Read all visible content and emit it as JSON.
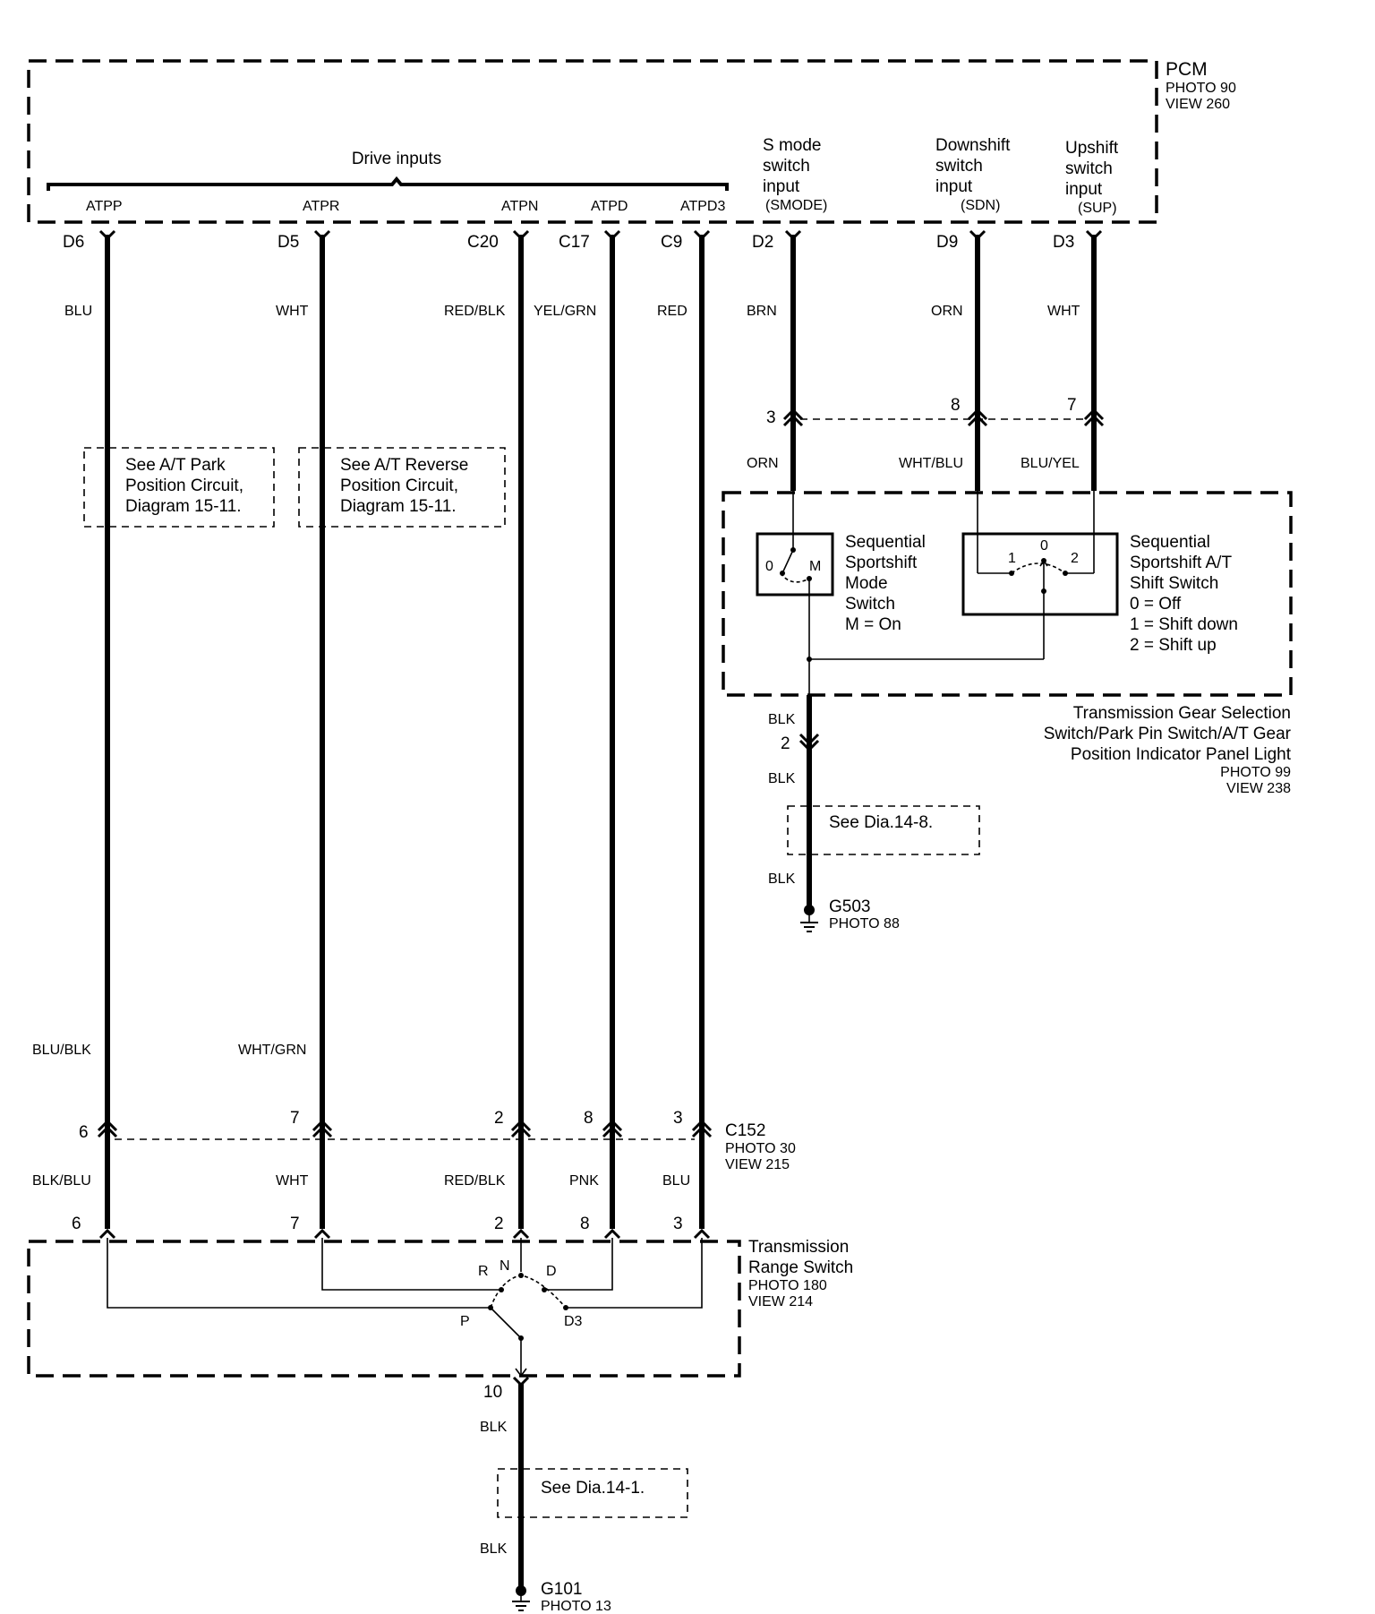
{
  "pcm": {
    "title": "PCM",
    "photo": "PHOTO 90",
    "view": "VIEW 260"
  },
  "drive_inputs": "Drive inputs",
  "inputs": {
    "smode": [
      "S mode",
      "switch",
      "input",
      "(SMODE)"
    ],
    "sdn": [
      "Downshift",
      "switch",
      "input",
      "(SDN)"
    ],
    "sup": [
      "Upshift",
      "switch",
      "input",
      "(SUP)"
    ]
  },
  "pins": [
    {
      "signal": "ATPP",
      "terminal": "D6",
      "color_top": "BLU",
      "color_lower": "BLU/BLK",
      "c152": "6",
      "color_below": "BLK/BLU",
      "trs": "6"
    },
    {
      "signal": "ATPR",
      "terminal": "D5",
      "color_top": "WHT",
      "color_lower": "WHT/GRN",
      "c152": "7",
      "color_below": "WHT",
      "trs": "7"
    },
    {
      "signal": "ATPN",
      "terminal": "C20",
      "color_top": "RED/BLK",
      "color_lower": "",
      "c152": "2",
      "color_below": "RED/BLK",
      "trs": "2"
    },
    {
      "signal": "ATPD",
      "terminal": "C17",
      "color_top": "YEL/GRN",
      "color_lower": "",
      "c152": "8",
      "color_below": "PNK",
      "trs": "8"
    },
    {
      "signal": "ATPD3",
      "terminal": "C9",
      "color_top": "RED",
      "color_lower": "",
      "c152": "3",
      "color_below": "BLU",
      "trs": "3"
    },
    {
      "signal": "",
      "terminal": "D2",
      "color_top": "BRN",
      "conn": "3",
      "color_below": "ORN"
    },
    {
      "signal": "",
      "terminal": "D9",
      "color_top": "ORN",
      "conn": "8",
      "color_below": "WHT/BLU"
    },
    {
      "signal": "",
      "terminal": "D3",
      "color_top": "WHT",
      "conn": "7",
      "color_below": "BLU/YEL"
    }
  ],
  "see_park": [
    "See A/T Park",
    "Position Circuit,",
    "Diagram 15-11."
  ],
  "see_reverse": [
    "See A/T Reverse",
    "Position Circuit,",
    "Diagram 15-11."
  ],
  "mode_switch": {
    "labels": [
      "Sequential",
      "Sportshift",
      "Mode",
      "Switch",
      "M = On"
    ],
    "pos_off": "0",
    "pos_on": "M"
  },
  "shift_switch": {
    "labels": [
      "Sequential",
      "Sportshift A/T",
      "Shift Switch",
      "0  = Off",
      "1  = Shift down",
      "2  = Shift up"
    ],
    "pos": [
      "1",
      "0",
      "2"
    ]
  },
  "tgs": {
    "lines": [
      "Transmission Gear Selection",
      "Switch/Park Pin Switch/A/T Gear",
      "Position Indicator Panel Light"
    ],
    "photo": "PHOTO 99",
    "view": "VIEW 238"
  },
  "tgs_out": {
    "wire1": "BLK",
    "pin": "2",
    "wire2": "BLK",
    "see": "See  Dia.14-8.",
    "wire3": "BLK"
  },
  "g503": {
    "name": "G503",
    "photo": "PHOTO 88"
  },
  "c152": {
    "name": "C152",
    "photo": "PHOTO 30",
    "view": "VIEW 215"
  },
  "trs": {
    "lines": [
      "Transmission",
      "Range Switch"
    ],
    "photo": "PHOTO 180",
    "view": "VIEW 214",
    "positions": {
      "r": "R",
      "n": "N",
      "d": "D",
      "p": "P",
      "d3": "D3"
    }
  },
  "trs_out": {
    "pin": "10",
    "wire1": "BLK",
    "see": "See  Dia.14-1.",
    "wire2": "BLK"
  },
  "g101": {
    "name": "G101",
    "photo": "PHOTO 13"
  }
}
